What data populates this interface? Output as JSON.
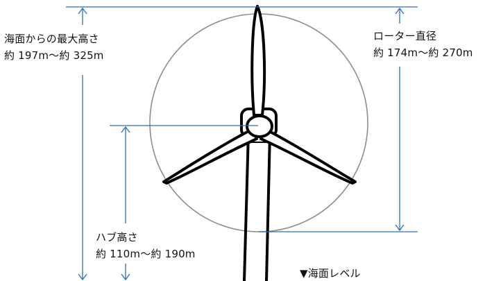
{
  "labels": {
    "max_height_title": "海面からの最大高さ",
    "max_height_range": "約 197m～約 325m",
    "rotor_title": "ローター直径",
    "rotor_range": "約 174m～約 270m",
    "hub_title": "ハブ高さ",
    "hub_range": "約 110m～約 190m",
    "sea_level": "▼海面レベル"
  },
  "colors": {
    "dimension_line": "#2f6db3",
    "rotor_circle": "#8c8c8c",
    "turbine_outline": "#000000",
    "text": "#111111"
  }
}
